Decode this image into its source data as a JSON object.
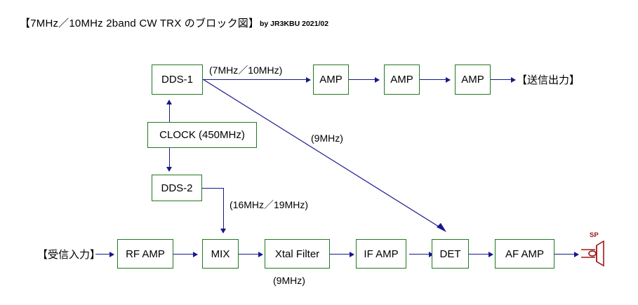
{
  "header": {
    "title": "【7MHz／10MHz  2band CW  TRX のブロック図】",
    "byline": "by JR3KBU   2021/02"
  },
  "colors": {
    "block_border": "#217821",
    "connector": "#17178c",
    "speaker": "#a01818",
    "text": "#000000",
    "background": "#ffffff"
  },
  "blocks": {
    "dds1": "DDS-1",
    "clock": "CLOCK (450MHz)",
    "dds2": "DDS-2",
    "amp1": "AMP",
    "amp2": "AMP",
    "amp3": "AMP",
    "rf_amp": "RF AMP",
    "mix": "MIX",
    "xtal_filter": "Xtal Filter",
    "if_amp": "IF AMP",
    "det": "DET",
    "af_amp": "AF AMP"
  },
  "terminals": {
    "tx_output": "【送信出力】",
    "rx_input": "【受信入力】",
    "speaker_label": "SP"
  },
  "signal_labels": {
    "tx_freq": "(7MHz／10MHz)",
    "bfo_freq": "(9MHz)",
    "lo_freq": "(16MHz／19MHz)",
    "if_freq": "(9MHz)"
  }
}
